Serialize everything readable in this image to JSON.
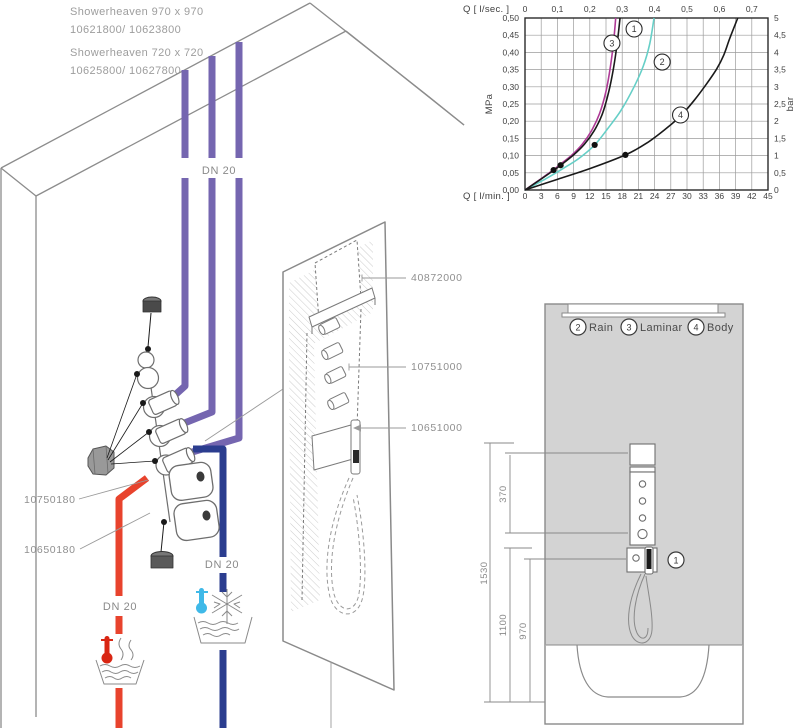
{
  "products": {
    "line1": "Showerheaven 970 x 970",
    "line2": "10621800/ 10623800",
    "line3": "Showerheaven 720 x 720",
    "line4": "10625800/ 10627800"
  },
  "pipes": {
    "dn_top": "DN 20",
    "dn_hot": "DN 20",
    "dn_cold": "DN 20",
    "colors": {
      "supply_purple": "#7566b0",
      "hot_red": "#e8432d",
      "cold_blue": "#2b3d8f",
      "hot_thermometer": "#d92613",
      "cold_thermometer": "#3fb9e8"
    }
  },
  "parts": {
    "concealed_thermostat": "10750180",
    "concealed_shutoff": "10650180",
    "mirror_unit": "40872000",
    "valve_trim": "10751000",
    "handshower_unit": "10651000"
  },
  "install": {
    "legend": [
      {
        "num": "2",
        "label": "Rain"
      },
      {
        "num": "3",
        "label": "Laminar"
      },
      {
        "num": "4",
        "label": "Body"
      }
    ],
    "callout_1": "1",
    "dims": {
      "total": "1530",
      "panel": "370",
      "mid": "1100",
      "holder": "970"
    }
  },
  "chart_data": {
    "type": "line",
    "x_top_label": "Q [ l/sec. ]",
    "x_bottom_label": "Q [ l/min. ]",
    "y_left_label": "MPa",
    "y_right_label": "bar",
    "x_top_ticks": [
      "0",
      "0,1",
      "0,2",
      "0,3",
      "0,4",
      "0,5",
      "0,6",
      "0,7"
    ],
    "x_bottom_ticks": [
      "0",
      "3",
      "6",
      "9",
      "12",
      "15",
      "18",
      "21",
      "24",
      "27",
      "30",
      "33",
      "36",
      "39",
      "42",
      "45"
    ],
    "y_left_ticks": [
      "0,00",
      "0,05",
      "0,10",
      "0,15",
      "0,20",
      "0,25",
      "0,30",
      "0,35",
      "0,40",
      "0,45",
      "0,50"
    ],
    "y_right_ticks": [
      "0",
      "0,5",
      "1",
      "1,5",
      "2",
      "2,5",
      "3",
      "3,5",
      "4",
      "4,5",
      "5"
    ],
    "x_range_lmin": [
      0,
      45
    ],
    "y_range_mpa": [
      0,
      0.5
    ],
    "grid": true,
    "series": [
      {
        "id": "1",
        "name": "curve-1",
        "color": "#1a1a1a",
        "label_pos": [
          20.2,
          0.468
        ],
        "points": [
          [
            0,
            0
          ],
          [
            3,
            0.032
          ],
          [
            5.3,
            0.057
          ],
          [
            6.6,
            0.072
          ],
          [
            9,
            0.102
          ],
          [
            11,
            0.133
          ],
          [
            12.8,
            0.172
          ],
          [
            14.3,
            0.22
          ],
          [
            15.5,
            0.285
          ],
          [
            16.4,
            0.355
          ],
          [
            17.1,
            0.43
          ],
          [
            17.6,
            0.5
          ]
        ]
      },
      {
        "id": "2",
        "name": "curve-2-rain",
        "color": "#66cfc7",
        "label_pos": [
          25.4,
          0.372
        ],
        "points": [
          [
            0,
            0
          ],
          [
            4,
            0.034
          ],
          [
            7,
            0.062
          ],
          [
            10,
            0.092
          ],
          [
            12.9,
            0.131
          ],
          [
            15.3,
            0.178
          ],
          [
            17.8,
            0.232
          ],
          [
            20.2,
            0.3
          ],
          [
            21.9,
            0.36
          ],
          [
            23.1,
            0.425
          ],
          [
            23.9,
            0.5
          ]
        ]
      },
      {
        "id": "3",
        "name": "curve-3-laminar",
        "color": "#ae3a96",
        "label_pos": [
          16.1,
          0.427
        ],
        "points": [
          [
            0,
            0
          ],
          [
            3,
            0.033
          ],
          [
            5.2,
            0.058
          ],
          [
            6.4,
            0.073
          ],
          [
            8.7,
            0.102
          ],
          [
            10.6,
            0.133
          ],
          [
            12.3,
            0.172
          ],
          [
            13.8,
            0.222
          ],
          [
            15,
            0.287
          ],
          [
            15.8,
            0.357
          ],
          [
            16.4,
            0.43
          ],
          [
            16.8,
            0.5
          ]
        ]
      },
      {
        "id": "4",
        "name": "curve-4-body",
        "color": "#1a1a1a",
        "label_pos": [
          28.8,
          0.218
        ],
        "points": [
          [
            0,
            0
          ],
          [
            6,
            0.031
          ],
          [
            12,
            0.062
          ],
          [
            18.6,
            0.102
          ],
          [
            22.5,
            0.136
          ],
          [
            26,
            0.177
          ],
          [
            28.8,
            0.215
          ],
          [
            31.3,
            0.26
          ],
          [
            33.6,
            0.308
          ],
          [
            35.5,
            0.352
          ],
          [
            36.8,
            0.392
          ],
          [
            37.9,
            0.44
          ],
          [
            39.4,
            0.5
          ]
        ]
      }
    ],
    "markers": [
      [
        5.3,
        0.058
      ],
      [
        6.6,
        0.072
      ],
      [
        12.9,
        0.131
      ],
      [
        18.6,
        0.102
      ]
    ]
  }
}
